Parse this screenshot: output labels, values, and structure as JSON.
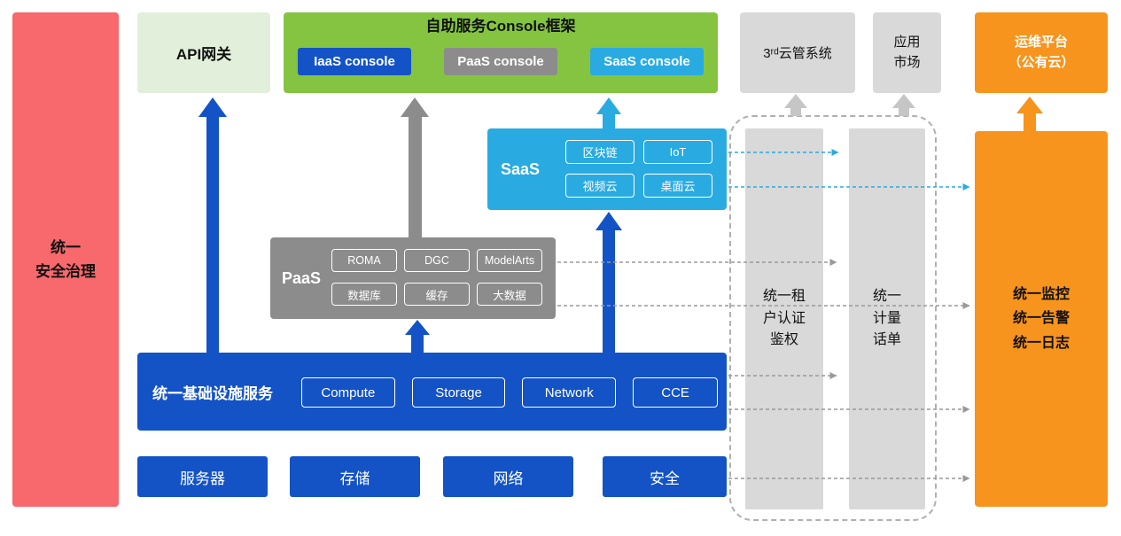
{
  "colors": {
    "red": "#F7696D",
    "light_green": "#E2EFDA",
    "green": "#84C441",
    "blue": "#1353C6",
    "gray": "#8C8C8C",
    "light_gray": "#D9D9D9",
    "cyan": "#29ABE2",
    "orange": "#F7941D",
    "dashed_line_gray": "#999999"
  },
  "security_bar": {
    "label": "统一\n安全治理"
  },
  "api_gateway": {
    "label": "API网关"
  },
  "console": {
    "title": "自助服务Console框架",
    "consoles": [
      {
        "label": "IaaS console"
      },
      {
        "label": "PaaS console"
      },
      {
        "label": "SaaS console"
      }
    ]
  },
  "third_cloud": {
    "label": "3ʳᵈ云管系统"
  },
  "app_market": {
    "label": "应用\n市场"
  },
  "om_platform": {
    "label": "运维平台\n（公有云）"
  },
  "saas": {
    "label": "SaaS",
    "items": [
      {
        "label": "区块链"
      },
      {
        "label": "IoT"
      },
      {
        "label": "视频云"
      },
      {
        "label": "桌面云"
      }
    ]
  },
  "paas": {
    "label": "PaaS",
    "items": [
      {
        "label": "ROMA"
      },
      {
        "label": "DGC"
      },
      {
        "label": "ModelArts"
      },
      {
        "label": "数据库"
      },
      {
        "label": "缓存"
      },
      {
        "label": "大数据"
      }
    ]
  },
  "infra": {
    "label": "统一基础设施服务",
    "items": [
      {
        "label": "Compute"
      },
      {
        "label": "Storage"
      },
      {
        "label": "Network"
      },
      {
        "label": "CCE"
      }
    ]
  },
  "hardware": [
    {
      "label": "服务器"
    },
    {
      "label": "存储"
    },
    {
      "label": "网络"
    },
    {
      "label": "安全"
    }
  ],
  "auth_bar": {
    "label": "统一租\n户认证\n鉴权"
  },
  "billing_bar": {
    "label": "统一\n计量\n话单"
  },
  "monitor_bar": {
    "label": "统一监控\n统一告警\n统一日志"
  }
}
